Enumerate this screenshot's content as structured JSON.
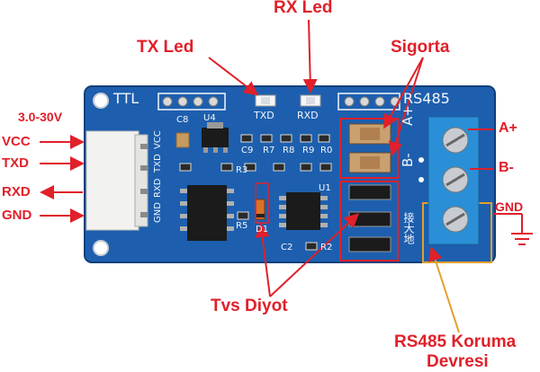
{
  "callouts": {
    "rx_led": "RX Led",
    "tx_led": "TX Led",
    "sigorta": "Sigorta",
    "tvs_diyot": "Tvs Diyot",
    "koruma_line1": "RS485 Koruma",
    "koruma_line2": "Devresi"
  },
  "pins_left": {
    "voltage": "3.0-30V",
    "vcc": "VCC",
    "txd": "TXD",
    "rxd": "RXD",
    "gnd": "GND"
  },
  "pins_right": {
    "a_plus": "A+",
    "b_minus": "B-",
    "gnd": "GND"
  },
  "silkscreen": {
    "ttl": "TTL",
    "rs485": "RS485",
    "txd": "TXD",
    "rxd": "RXD",
    "a_plus": "A+",
    "b_minus": "B-",
    "ground_cn": "接大地",
    "header_pins": [
      "VCC",
      "TXD",
      "RXD",
      "GND"
    ],
    "c8": "C8",
    "u4": "U4",
    "c9": "C9",
    "r7": "R7",
    "r8": "R8",
    "r9": "R9",
    "r0": "R0",
    "r3": "R3",
    "r5": "R5",
    "d1": "D1",
    "u1": "U1",
    "c2": "C2",
    "r2": "R2"
  },
  "colors": {
    "pcb_blue": "#1d5fae",
    "callout_red": "#e0202a",
    "terminal_blue": "#2a8fd6",
    "protection_box": "#e2a02a"
  }
}
